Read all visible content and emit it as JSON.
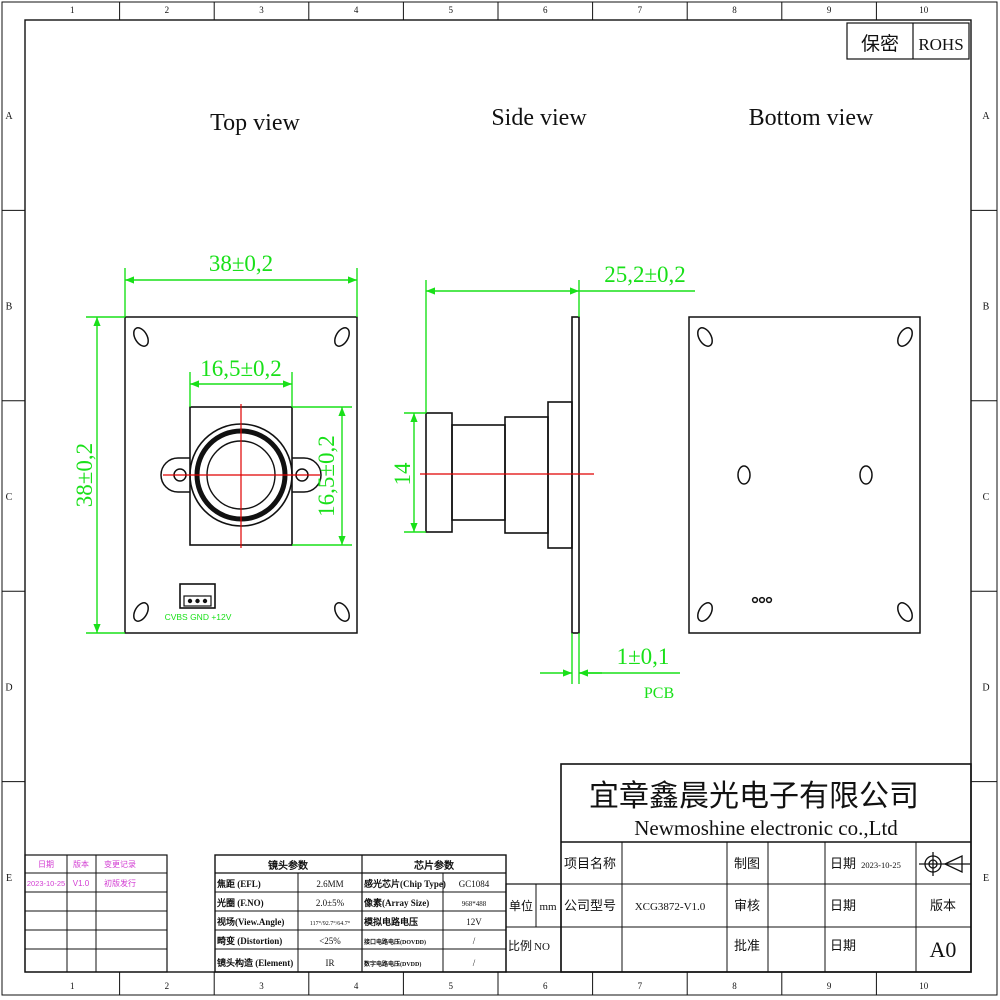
{
  "grid": {
    "columns": [
      "1",
      "2",
      "3",
      "4",
      "5",
      "6",
      "7",
      "8",
      "9",
      "10"
    ],
    "rows": [
      "A",
      "B",
      "C",
      "D",
      "E"
    ]
  },
  "header": {
    "secret": "保密",
    "rohs": "ROHS"
  },
  "views": {
    "top": "Top view",
    "side": "Side view",
    "bottom": "Bottom view"
  },
  "dimensions": {
    "top_width": "38±0,2",
    "top_height": "38±0,2",
    "lens_width": "16,5±0,2",
    "lens_height": "16,5±0,2",
    "side_length": "25,2±0,2",
    "side_height": "14",
    "pcb_thickness": "1±0,1",
    "pcb_label": "PCB"
  },
  "connector": {
    "pins": "CVBS  GND  +12V"
  },
  "revision": {
    "headers": [
      "日期",
      "版本",
      "变更记录"
    ],
    "rows": [
      [
        "2023-10-25",
        "V1.0",
        "初版发行"
      ]
    ]
  },
  "lens_params": {
    "title": "镜头参数",
    "rows": [
      [
        "焦距 (EFL)",
        "2.6MM"
      ],
      [
        "光圈 (F.NO)",
        "2.0±5%"
      ],
      [
        "视场(View.Angle)",
        "117°/92.7°/64.7°"
      ],
      [
        "畸变 (Distortion)",
        "<25%"
      ],
      [
        "镜头构造 (Element)",
        "IR"
      ]
    ]
  },
  "chip_params": {
    "title": "芯片参数",
    "rows": [
      [
        "感光芯片(Chip Type)",
        "GC1084"
      ],
      [
        "像素(Array Size)",
        "968*488"
      ],
      [
        "模拟电路电压",
        "12V"
      ],
      [
        "接口电路电压(DOVDD)",
        "/"
      ],
      [
        "数字电路电压(DVDD)",
        "/"
      ]
    ]
  },
  "title_block": {
    "company_cn": "宜章鑫晨光电子有限公司",
    "company_en": "Newmoshine  electronic co.,Ltd",
    "unit_label": "单位",
    "unit_value": "mm",
    "scale_label": "比例",
    "scale_value": "NO",
    "project_label": "项目名称",
    "model_label": "公司型号",
    "model_value": "XCG3872-V1.0",
    "drawn_label": "制图",
    "check_label": "审核",
    "approve_label": "批准",
    "date_label": "日期",
    "date_value": "2023-10-25",
    "version_label": "版本",
    "version_value": "A0"
  }
}
